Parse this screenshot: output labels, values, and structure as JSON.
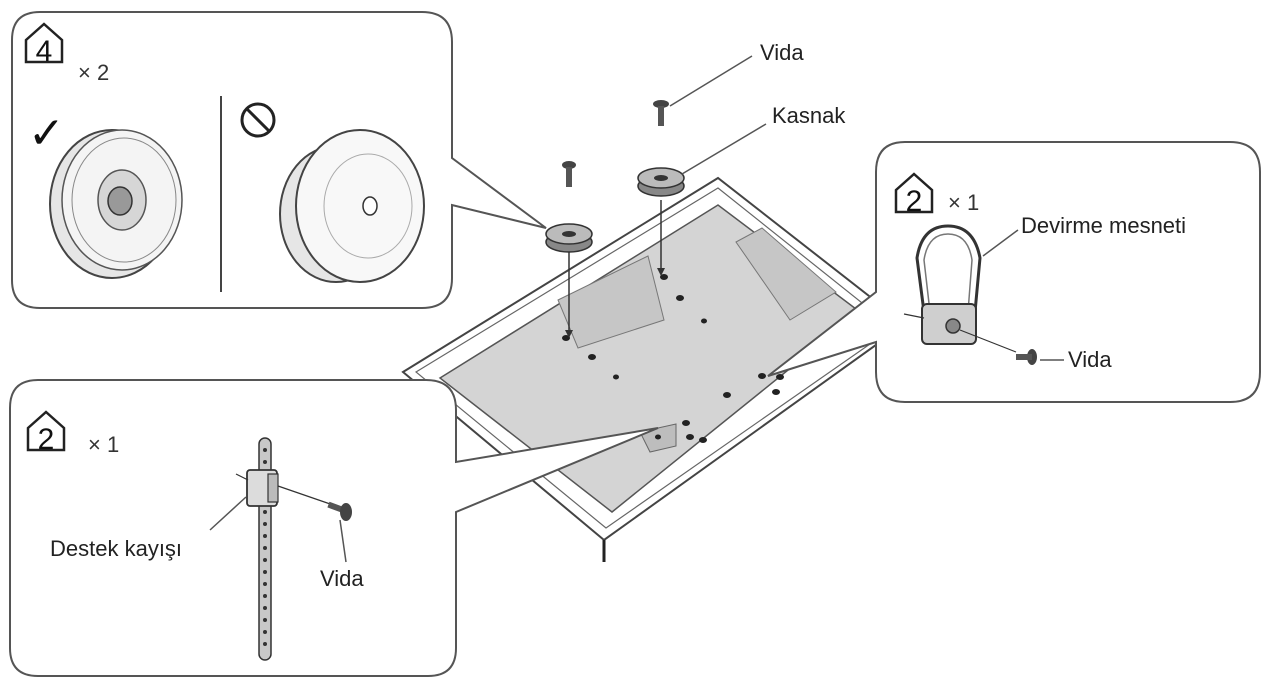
{
  "top_callout": {
    "part_number": "4",
    "quantity": "× 2",
    "correct_mark": "✓",
    "wrong_mark": "⦸"
  },
  "right_callout": {
    "part_number": "2",
    "quantity": "× 1",
    "labels": {
      "bracket": "Devirme mesneti",
      "screw": "Vida"
    }
  },
  "bottom_callout": {
    "part_number": "2",
    "quantity": "× 1",
    "labels": {
      "strap": "Destek kayışı",
      "screw": "Vida"
    }
  },
  "tv_labels": {
    "screw": "Vida",
    "pulley": "Kasnak"
  }
}
